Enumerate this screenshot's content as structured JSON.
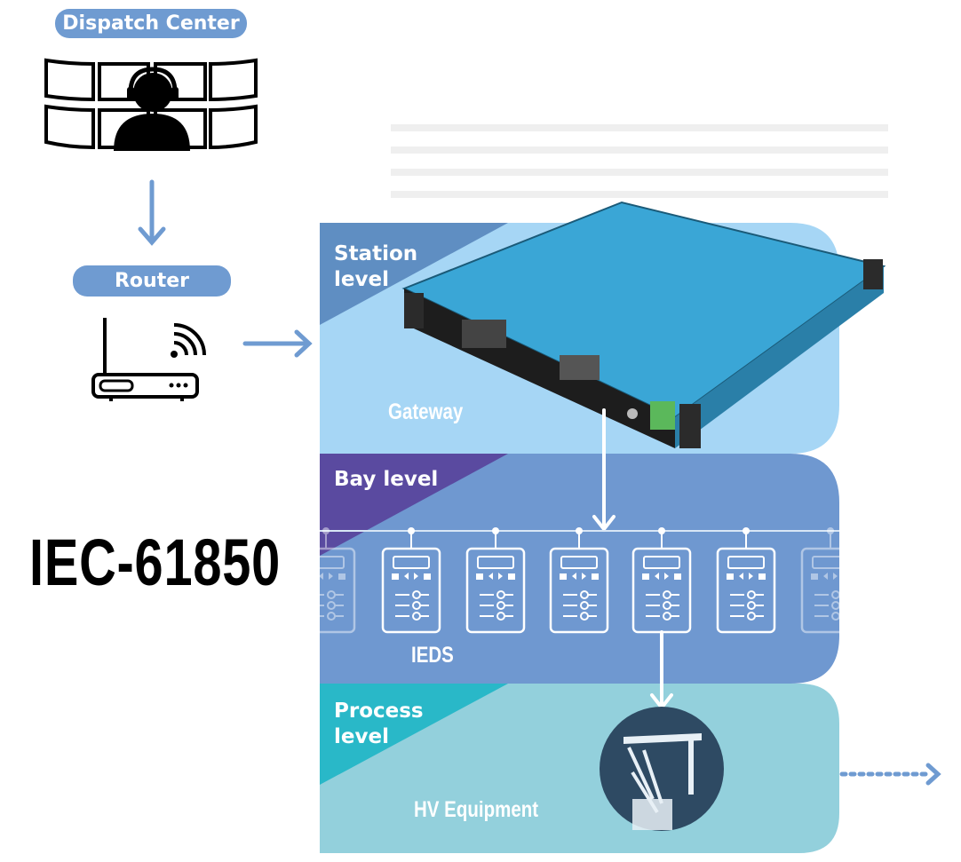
{
  "dispatch": {
    "label": "Dispatch Center",
    "icon": "operator-with-monitors-icon"
  },
  "router": {
    "label": "Router",
    "icon": "wifi-router-icon"
  },
  "title": "IEC-61850",
  "levels": {
    "station": {
      "label": "Station\nlevel",
      "caption": "Gateway"
    },
    "bay": {
      "label": "Bay level",
      "caption": "IEDS"
    },
    "process": {
      "label": "Process\nlevel",
      "caption": "HV Equipment"
    }
  },
  "colors": {
    "pill": "#6f9bd1",
    "station_band": "#a6d6f5",
    "station_tab": "#5f8ec2",
    "bay_band": "#6f98d0",
    "bay_tab": "#5a4aa0",
    "process_band": "#93d0dc",
    "process_tab": "#29b8c8",
    "arrow": "#6f9bd1",
    "gateway_body": "#3aa6d6"
  }
}
